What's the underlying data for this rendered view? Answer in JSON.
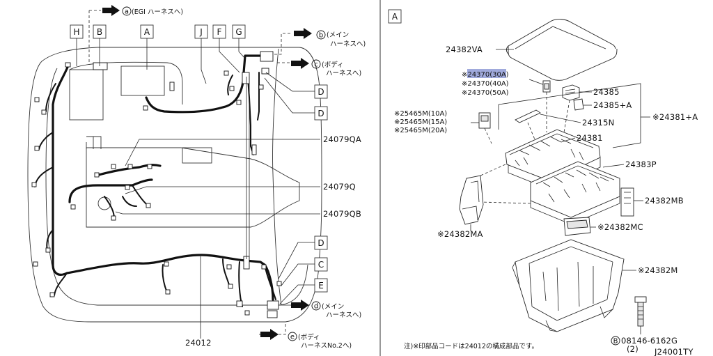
{
  "left_panel": {
    "callout_boxes": [
      "H",
      "B",
      "A",
      "J",
      "F",
      "G"
    ],
    "connector_refs": [
      "D",
      "D",
      "D",
      "C",
      "E"
    ],
    "harness_dest": [
      {
        "letter": "a",
        "line1": "(EGI ハーネスへ)",
        "line2": ""
      },
      {
        "letter": "b",
        "line1": "(メイン",
        "line2": "ハーネスへ)"
      },
      {
        "letter": "c",
        "line1": "(ボディ",
        "line2": "ハーネスへ)"
      },
      {
        "letter": "d",
        "line1": "(メイン",
        "line2": "ハーネスへ)"
      },
      {
        "letter": "e",
        "line1": "(ボディ",
        "line2": "ハーネスNo.2へ)"
      }
    ],
    "part_numbers": [
      "24079QA",
      "24079Q",
      "24079QB",
      "24012"
    ]
  },
  "right_panel": {
    "section_label": "A",
    "parts": {
      "cover": "24382VA",
      "fuse_30": "※24370(30A)",
      "fuse_40": "※24370(40A)",
      "fuse_50": "※24370(50A)",
      "p24385": "24385",
      "p24385a": "24385+A",
      "p24381a": "※24381+A",
      "fuse_m10": "※25465M(10A)",
      "fuse_m15": "※25465M(15A)",
      "fuse_m20": "※25465M(20A)",
      "p24315n": "24315N",
      "p24381": "24381",
      "p24383p": "24383P",
      "p24382mb": "24382MB",
      "p24382mc": "※24382MC",
      "p24382ma": "※24382MA",
      "p24382m": "※24382M",
      "bolt_no": "08146-6162G",
      "bolt_qty": "(2)",
      "bolt_b": "B"
    },
    "note": "注)※印部品コードは24012の構成部品です。",
    "drawing_id": "J24001TY"
  }
}
